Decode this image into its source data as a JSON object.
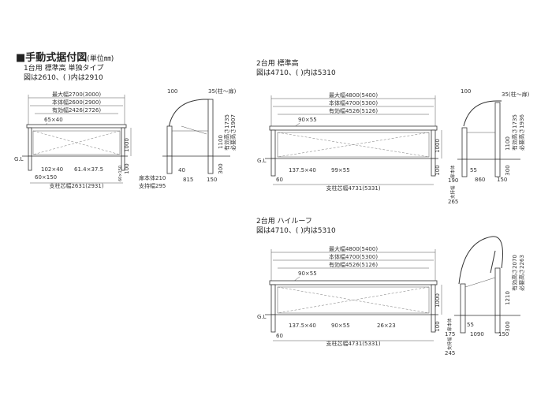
{
  "title": "■手動式据付図",
  "title_unit": "(単位㎜)",
  "d1": {
    "heading": "1台用 標準高 単独タイプ",
    "subheading": "図は2610、( )内は2910",
    "w_max": "最大幅2700(3000)",
    "w_body": "本体幅2600(2900)",
    "w_eff": "有効幅2426(2726)",
    "beam": "65×40",
    "post": "102×40",
    "brace": "61.4×37.5",
    "foot": "60×150",
    "foot_side": "60×150",
    "gl": "G.L",
    "h": "1000",
    "d100": "100",
    "span": "支柱芯幅2631(2931)",
    "s_top": "100",
    "s_overhang": "35(柱～扉)",
    "s_h1": "1100",
    "s_h2": "有効高さ1735",
    "s_h3": "必要高さ1907",
    "s_h4": "300",
    "s_40": "40",
    "s_815": "815",
    "s_150": "150",
    "s_base1": "扉本体210",
    "s_base2": "支持幅295"
  },
  "d2": {
    "heading": "2台用 標準高",
    "subheading": "図は4710、( )内は5310",
    "w_max": "最大幅4800(5400)",
    "w_body": "本体幅4700(5300)",
    "w_eff": "有効幅4526(5126)",
    "beam": "90×55",
    "post": "137.5×40",
    "brace": "99×55",
    "gl": "G.L",
    "h": "1000",
    "d100": "100",
    "d60": "60",
    "span": "支柱芯幅4731(5331)",
    "s_top": "100",
    "s_overhang": "35(柱～扉)",
    "s_h1": "1100",
    "s_h2": "有効高さ1735",
    "s_h3": "必要高さ1936",
    "s_h4": "300",
    "s_55": "55",
    "s_860": "860",
    "s_150": "150",
    "s_b1": "扉本体",
    "s_b1v": "190",
    "s_b2": "支持幅",
    "s_b2v": "265"
  },
  "d3": {
    "heading": "2台用 ハイルーフ",
    "subheading": "図は4710、( )内は5310",
    "w_max": "最大幅4800(5400)",
    "w_body": "本体幅4700(5300)",
    "w_eff": "有効幅4526(5126)",
    "beam": "90×55",
    "post": "137.5×40",
    "brace": "90×55",
    "brace2": "26×23",
    "gl": "G.L",
    "h": "1000",
    "d100": "100",
    "d60": "60",
    "span": "支柱芯幅4731(5331)",
    "s_h1": "1210",
    "s_h2": "有効高さ2070",
    "s_h3": "必要高さ2263",
    "s_h4": "300",
    "s_55": "55",
    "s_1090": "1090",
    "s_150": "150",
    "s_b1": "扉本体",
    "s_b1v": "175",
    "s_b2": "支持幅",
    "s_b2v": "245"
  }
}
